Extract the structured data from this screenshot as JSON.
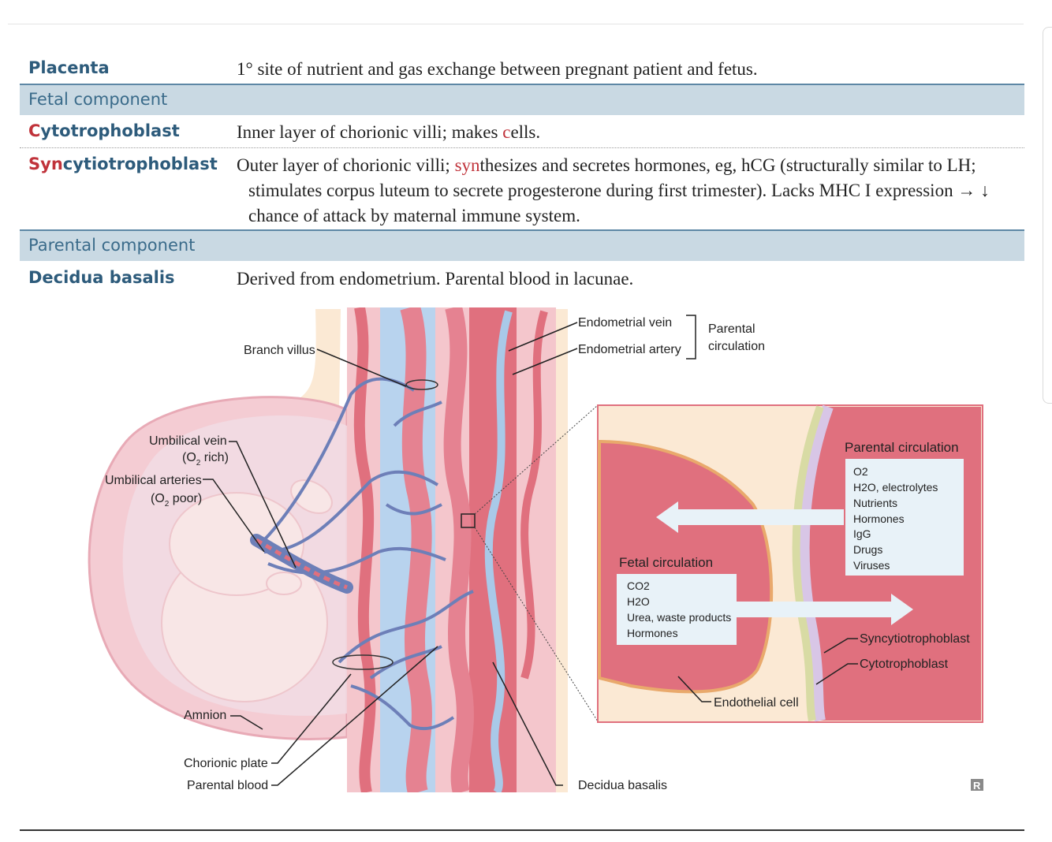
{
  "rows": {
    "placenta": {
      "term": "Placenta",
      "desc": "1° site of nutrient and gas exchange between pregnant patient and fetus."
    },
    "fetal_component": "Fetal component",
    "cytotrophoblast": {
      "term_hl": "C",
      "term_rest": "ytotrophoblast",
      "desc_pre": "Inner layer of chorionic villi; makes ",
      "desc_hl": "c",
      "desc_post": "ells."
    },
    "syncytiotrophoblast": {
      "term_hl": "Syn",
      "term_rest": "cytiotrophoblast",
      "desc_pre": "Outer layer of chorionic villi; ",
      "desc_hl": "syn",
      "desc_post": "thesizes and secretes hormones, eg, hCG (structurally similar to LH; stimulates corpus luteum to secrete progesterone during first trimester). Lacks MHC I expression → ↓ chance of attack by maternal immune system."
    },
    "parental_component": "Parental component",
    "decidua_basalis": {
      "term": "Decidua basalis",
      "desc": "Derived from endometrium. Parental blood in lacunae."
    }
  },
  "figure": {
    "labels": {
      "branch_villus": "Branch villus",
      "endometrial_vein": "Endometrial vein",
      "endometrial_artery": "Endometrial artery",
      "parental_circulation_line1": "Parental",
      "parental_circulation_line2": "circulation",
      "umbilical_vein": "Umbilical vein",
      "umbilical_vein_o2_pre": "(O",
      "umbilical_vein_o2_post": " rich)",
      "umbilical_arteries": "Umbilical arteries",
      "umbilical_arteries_o2_pre": "(O",
      "umbilical_arteries_o2_post": " poor)",
      "amnion": "Amnion",
      "chorionic_plate": "Chorionic plate",
      "parental_blood": "Parental blood",
      "decidua_basalis": "Decidua basalis",
      "subscript_2": "2"
    },
    "inset": {
      "parental_title": "Parental circulation",
      "parental_items": [
        "O2",
        "H2O, electrolytes",
        "Nutrients",
        "Hormones",
        "IgG",
        "Drugs",
        "Viruses"
      ],
      "fetal_title": "Fetal circulation",
      "fetal_items": [
        "CO2",
        "H2O",
        "Urea, waste products",
        "Hormones"
      ],
      "syncytiotrophoblast": "Syncytiotrophoblast",
      "cytotrophoblast": "Cytotrophoblast",
      "endothelial_cell": "Endothelial cell"
    },
    "logo": "R",
    "colors": {
      "maternal": "#e0707e",
      "maternal_light": "#f4c6cc",
      "fetal_vessel": "#7a8fc0",
      "vein_blue": "#a9c9e8",
      "cream": "#fbe9d4",
      "header_band": "#c9d9e3",
      "term_blue": "#2d5b7b",
      "highlight_red": "#c0323a"
    }
  }
}
